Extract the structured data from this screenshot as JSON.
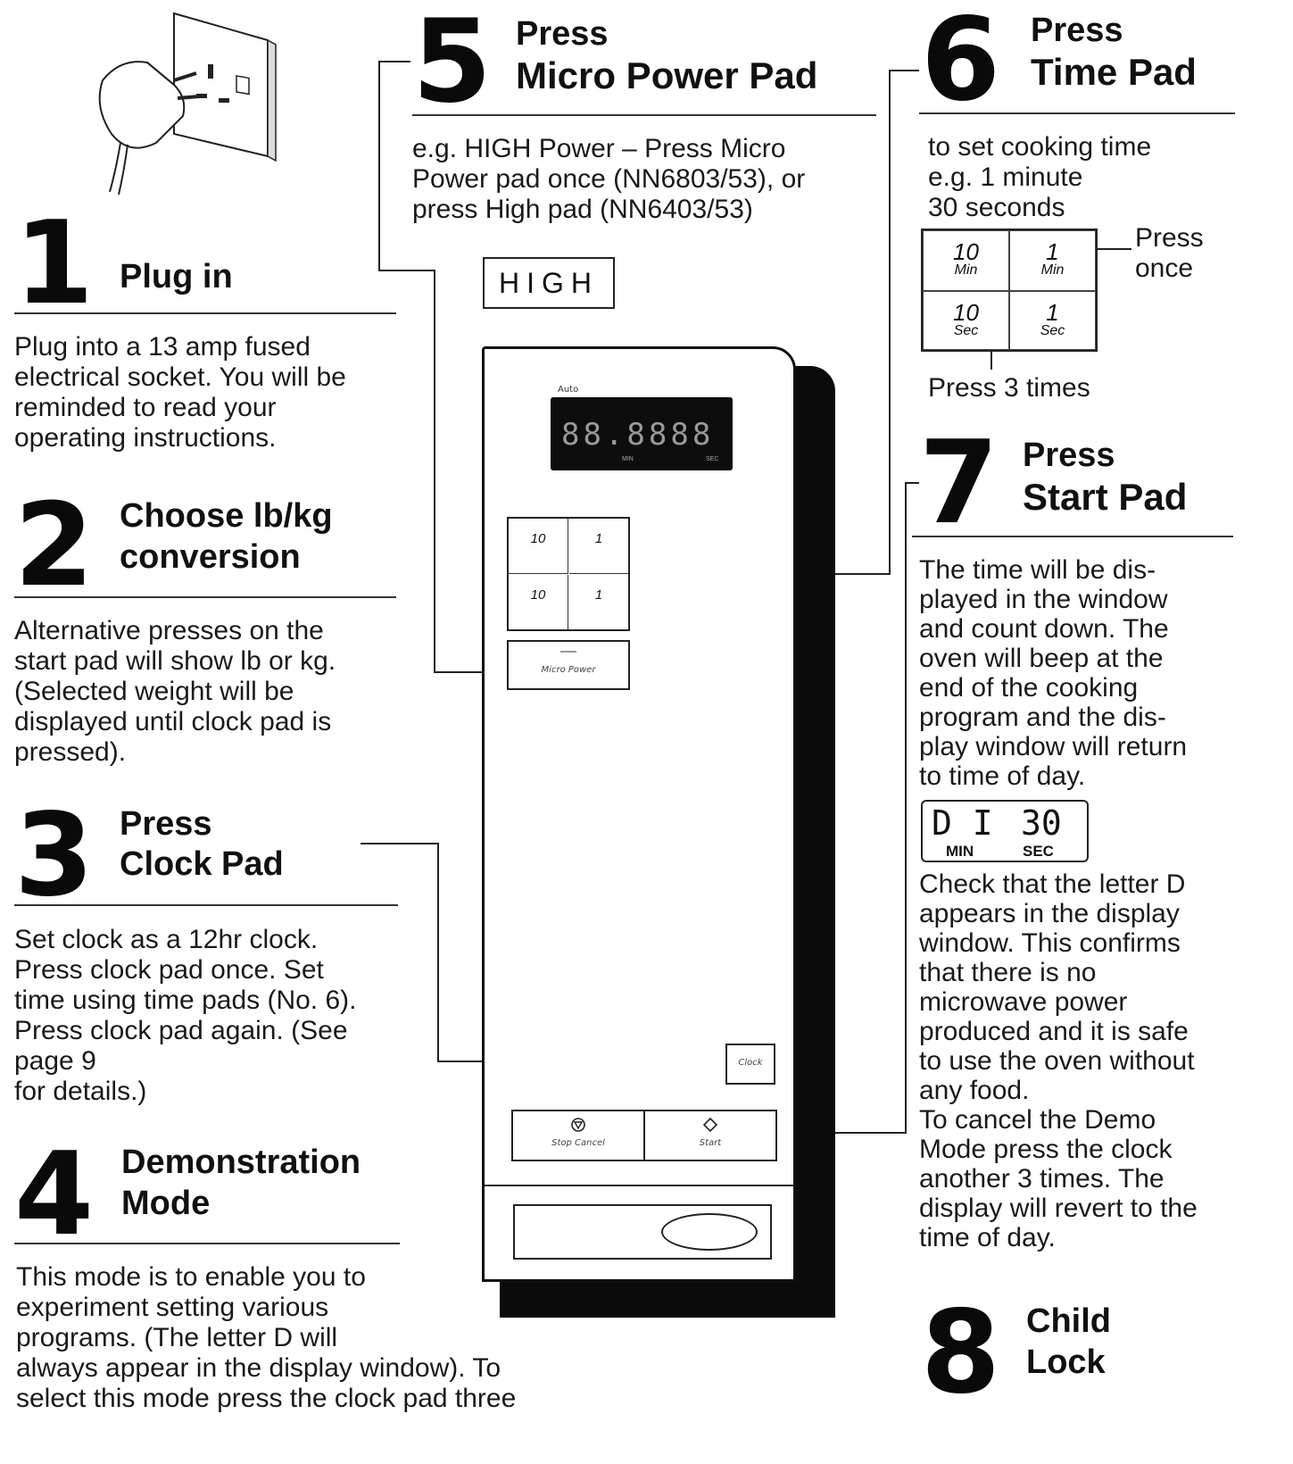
{
  "steps": {
    "s1": {
      "number": "1",
      "title": "Plug in",
      "body": "Plug into a 13 amp fused\nelectrical socket. You will be\nreminded to read your\noperating instructions."
    },
    "s2": {
      "number": "2",
      "title_line1": "Choose lb/kg",
      "title_line2": "conversion",
      "body": "Alternative presses on the\nstart pad will show lb or kg.\n(Selected weight will be\ndisplayed until clock pad is\npressed)."
    },
    "s3": {
      "number": "3",
      "title_line1": "Press",
      "title_line2": "Clock Pad",
      "body": "Set clock as a 12hr clock.\nPress clock pad once. Set\ntime using time pads (No. 6).\nPress clock pad again. (See\npage 9\nfor details.)"
    },
    "s4": {
      "number": "4",
      "title_line1": "Demonstration",
      "title_line2": "Mode",
      "body": "This mode is to enable you to\nexperiment setting various\nprograms. (The letter D will\nalways appear in the display window). To\nselect this mode press the clock pad three"
    },
    "s5": {
      "number": "5",
      "title_line1": "Press",
      "title_line2": "Micro Power Pad",
      "body": "e.g. HIGH Power – Press Micro\nPower pad once (NN6803/53), or\npress High pad (NN6403/53)",
      "high_label": "HIGH"
    },
    "s6": {
      "number": "6",
      "title_line1": "Press",
      "title_line2": "Time Pad",
      "body": "to set cooking time\ne.g. 1 minute\n30 seconds",
      "press_once": "Press\nonce",
      "press_3_times": "Press 3 times"
    },
    "s7": {
      "number": "7",
      "title_line1": "Press",
      "title_line2": "Start Pad",
      "body": "The time will be dis-\nplayed in the window\nand count down. The\noven will beep at the\nend of the cooking\nprogram and the dis-\nplay window will return\nto time of day.",
      "body2": "Check that the letter D\nappears in the display\nwindow. This confirms\nthat there is no\nmicrowave power\nproduced and it is safe\nto use the oven without\nany food.\nTo cancel the Demo\nMode press the clock\nanother 3 times. The\ndisplay will revert to the\ntime of day."
    },
    "s8": {
      "number": "8",
      "title_line1": "Child",
      "title_line2": "Lock"
    }
  },
  "time_pads": {
    "min10": {
      "value": "10",
      "unit": "Min"
    },
    "min1": {
      "value": "1",
      "unit": "Min"
    },
    "sec10": {
      "value": "10",
      "unit": "Sec"
    },
    "sec1": {
      "value": "1",
      "unit": "Sec"
    }
  },
  "demo_display": {
    "left": "D I",
    "right": "30",
    "min_label": "MIN",
    "sec_label": "SEC"
  },
  "oven": {
    "auto_label": "Auto",
    "display_digits": "88.8888",
    "display_min": "MIN",
    "display_sec": "SEC",
    "pads": {
      "p10a": "10",
      "p1a": "1",
      "p10b": "10",
      "p1b": "1"
    },
    "micro_power_label": "Micro Power",
    "clock_label": "Clock",
    "stop_cancel_label": "Stop Cancel",
    "start_label": "Start"
  }
}
